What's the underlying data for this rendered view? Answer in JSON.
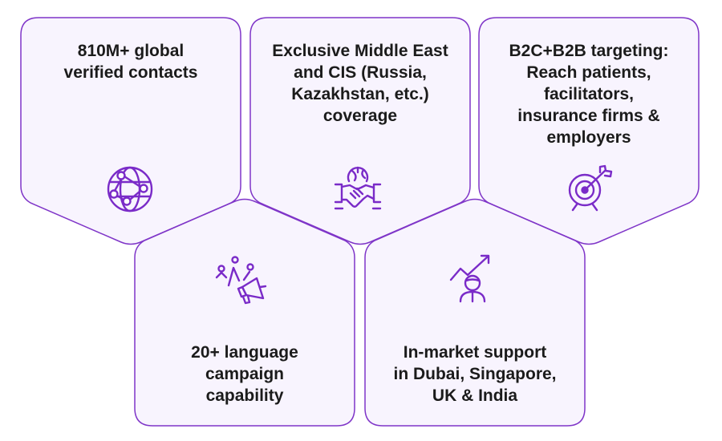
{
  "colors": {
    "card_fill": "#F8F4FE",
    "card_border": "#7F35C8",
    "icon_stroke": "#7A2BC8",
    "text": "#1B1B1B"
  },
  "cards": [
    {
      "text": "810M+ global\nverified contacts",
      "icon": "globe-network-icon"
    },
    {
      "text": "Exclusive Middle East\nand CIS (Russia,\nKazakhstan, etc.)\ncoverage",
      "icon": "globe-handshake-icon"
    },
    {
      "text": "B2C+B2B targeting:\nReach patients,\nfacilitators,\ninsurance firms &\nemployers",
      "icon": "target-arrow-icon"
    },
    {
      "text": "20+ language\ncampaign\ncapability",
      "icon": "megaphone-audience-icon"
    },
    {
      "text": "In-market support\nin Dubai, Singapore,\nUK & India",
      "icon": "person-growth-icon"
    }
  ]
}
